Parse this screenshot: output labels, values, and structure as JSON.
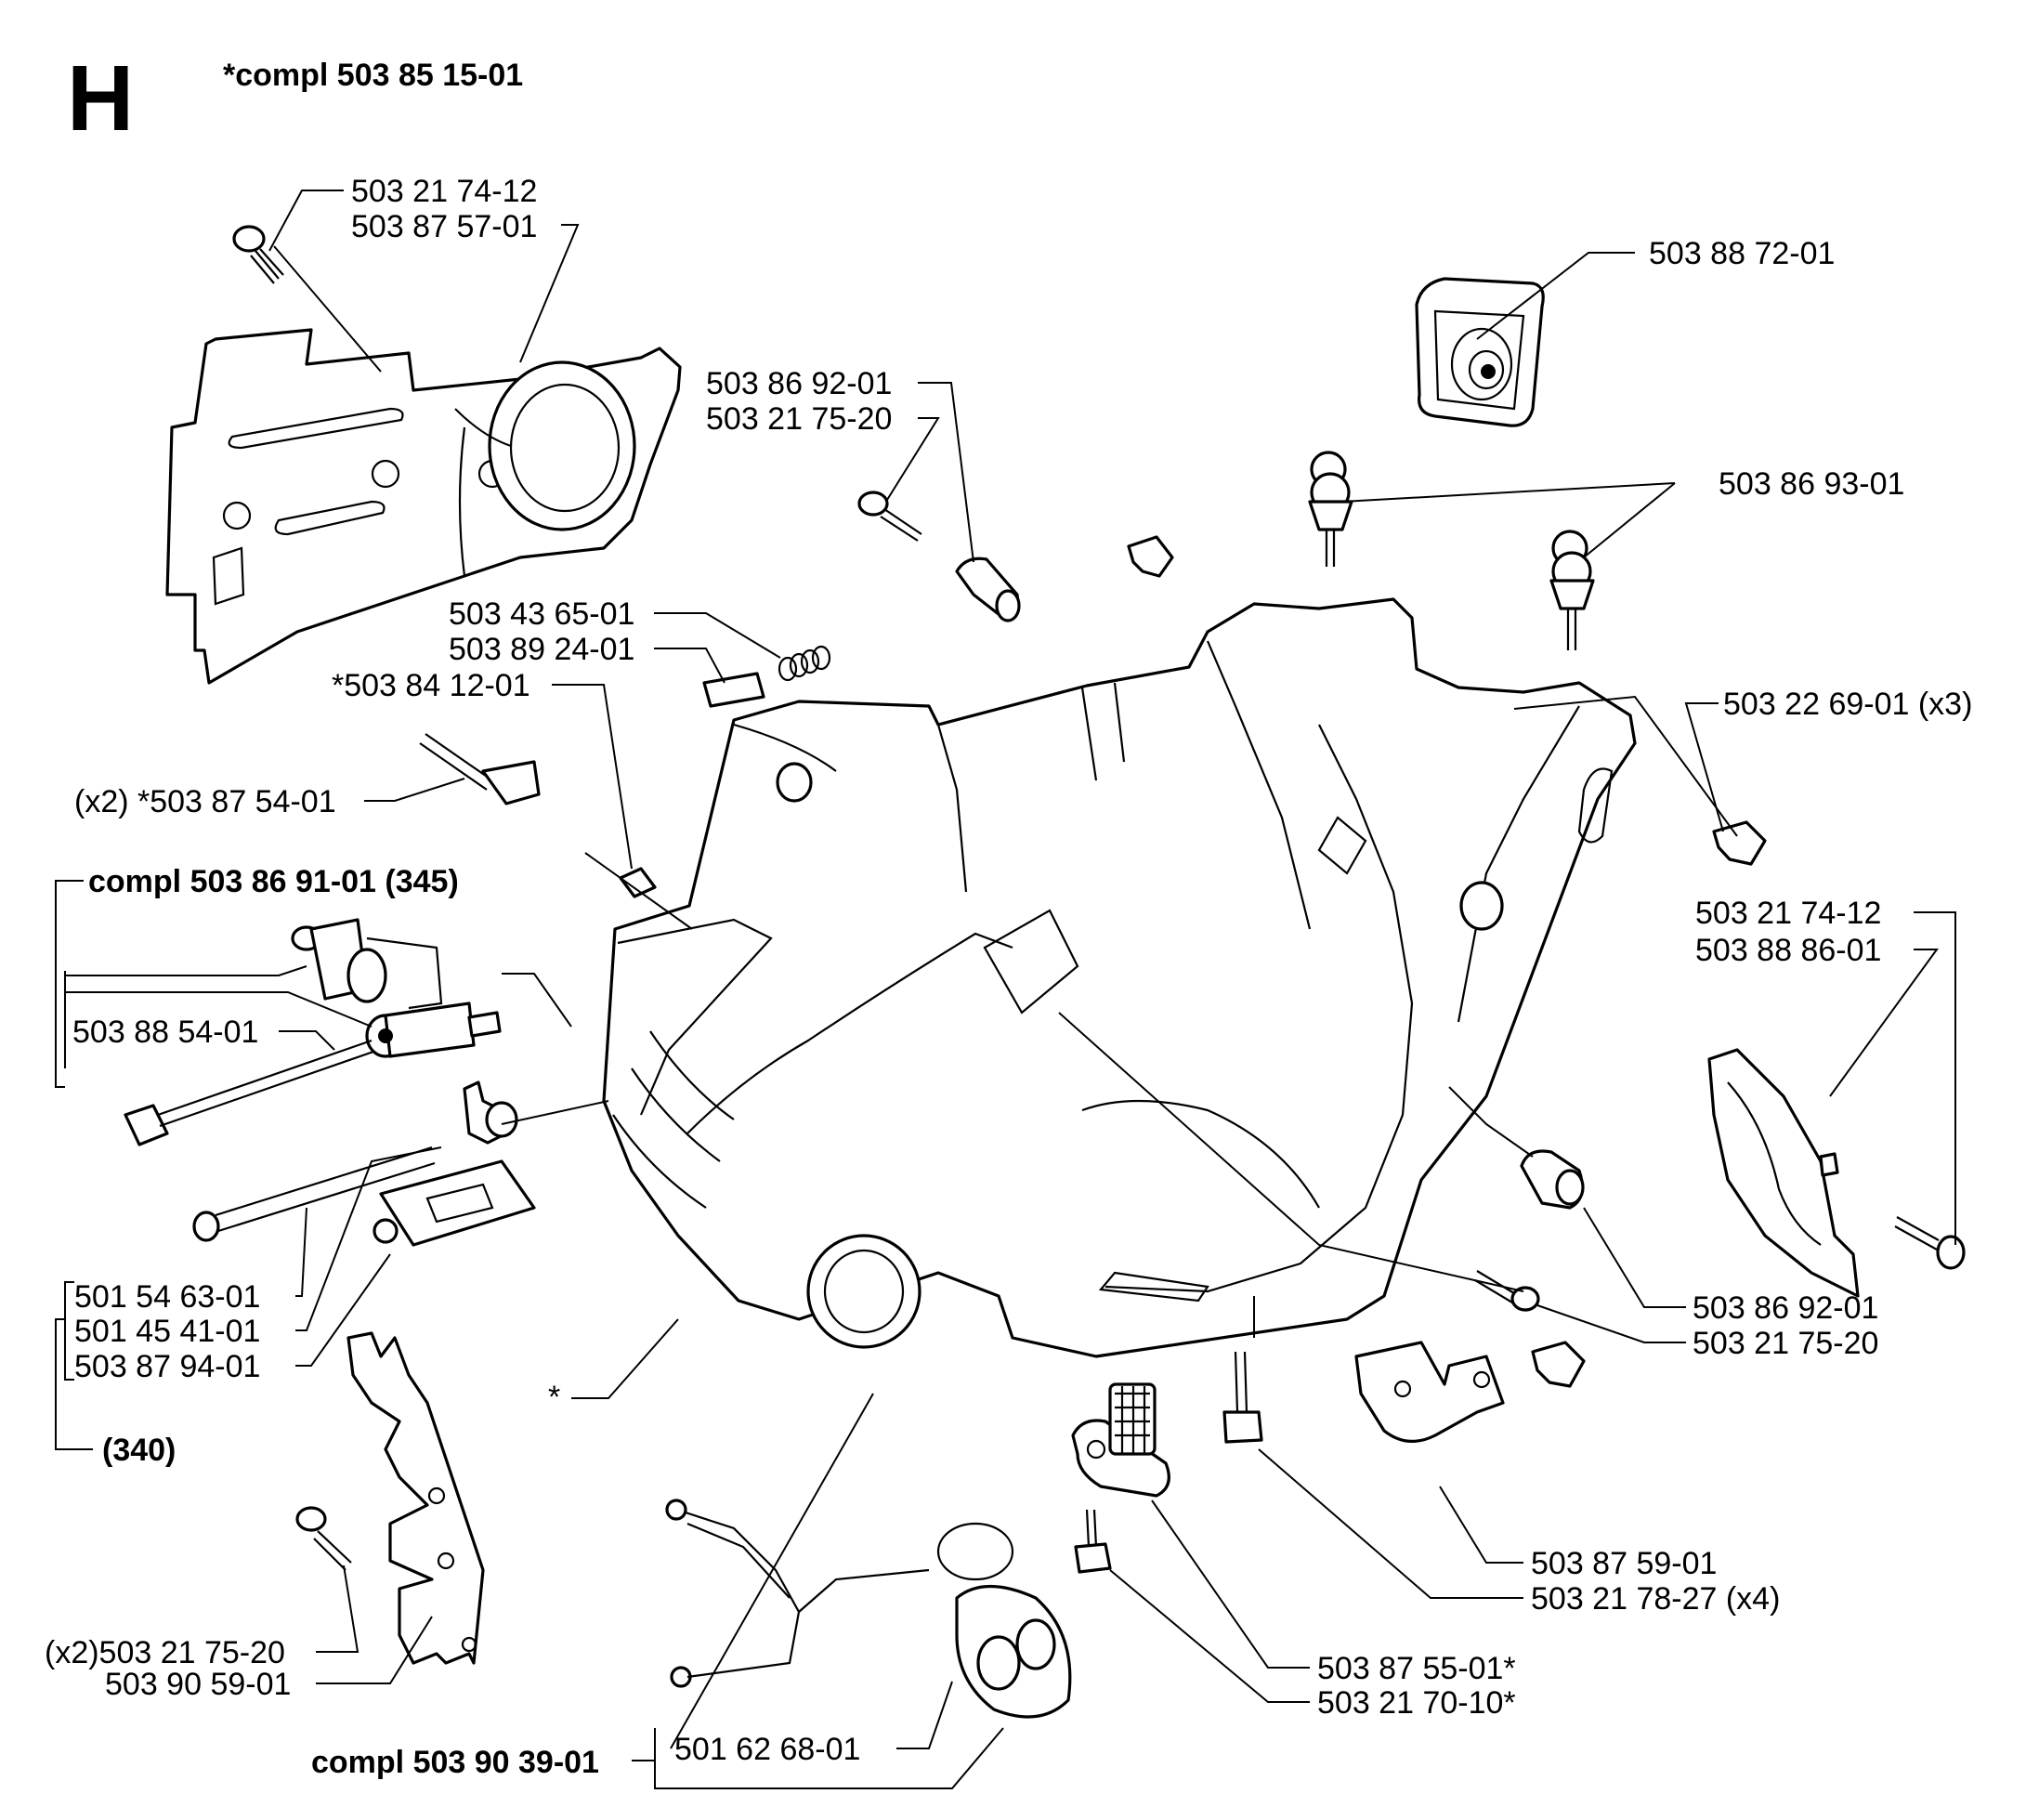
{
  "section_letter": "H",
  "assembly_note": "*compl 503 85 15-01",
  "labels": {
    "cover_screw": "503 21 74-12",
    "cover": "503 87 57-01",
    "air_filter": "503 88 72-01",
    "spacer_top": "503 86 92-01",
    "screw_top": "503 21 75-20",
    "spring": "503 43 65-01",
    "spring_seat": "503 89 24-01",
    "star_part": "*503 84 12-01",
    "locking_screw": "(x2) *503 87 54-01",
    "quick_release": "503 86 93-01",
    "clip": "503 22 69-01 (x3)",
    "compl_tensioner": "compl 503 86 91-01 (345)",
    "tensioner_screw": "503 88 54-01",
    "guard_screw": "503 21 74-12",
    "guard_plate": "503 88 86-01",
    "spacer_right": "503 86 92-01",
    "screw_right": "503 21 75-20",
    "adjust_screw": "501 54 63-01",
    "adjust_nut": "501 45 41-01",
    "tension_slide": "503 87 94-01",
    "compl_340": "(340)",
    "crankcase": "*",
    "spike_screw": "(x2)503 21 75-20",
    "bumper_spike": "503 90 59-01",
    "chain_catcher": "503 87 59-01",
    "catcher_screws": "503 21 78-27 (x4)",
    "oil_pump": "503 87 55-01*",
    "pump_screw": "503 21 70-10*",
    "fuel_line": "501 62 68-01",
    "compl_cap": "compl 503 90 39-01"
  }
}
